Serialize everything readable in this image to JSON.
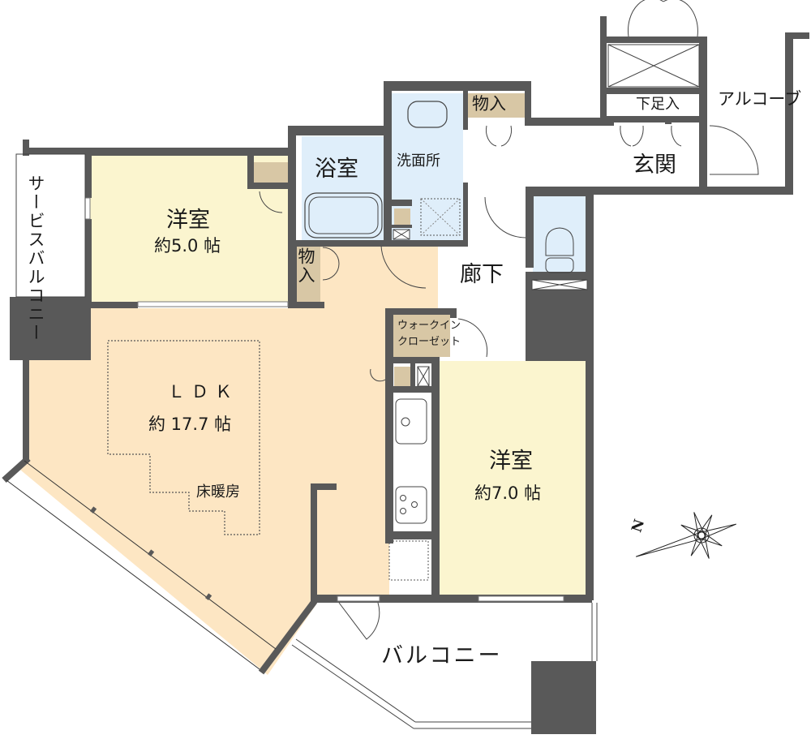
{
  "colors": {
    "wall": "#595959",
    "ldk_floor": "#fde6c3",
    "western_room_floor": "#fbf5cf",
    "wet_area_floor": "#dfeefa",
    "storage_floor": "#d8c7a5",
    "outdoor": "#ffffff",
    "line": "#444444"
  },
  "rooms": {
    "ldk": {
      "name": "ＬＤＫ",
      "area": "約 17.7 帖",
      "note": "床暖房"
    },
    "western_room_1": {
      "name": "洋室",
      "area": "約5.0 帖"
    },
    "western_room_2": {
      "name": "洋室",
      "area": "約7.0 帖"
    },
    "bathroom": {
      "name": "浴室"
    },
    "washroom": {
      "name": "洗面所"
    },
    "storage_top": {
      "name": "物入"
    },
    "storage_left": {
      "name": "物入"
    },
    "walk_in_closet": {
      "line1": "ウォークイン",
      "line2": "クローゼット"
    },
    "hallway": {
      "name": "廊下"
    },
    "entrance": {
      "name": "玄関"
    },
    "shoe_storage": {
      "name": "下足入"
    },
    "alcove": {
      "name": "アルコーブ"
    },
    "service_balcony": {
      "name": "サービスバルコニー"
    },
    "balcony": {
      "name": "バルコニー"
    }
  },
  "compass": {
    "north_label": "N",
    "icon": "compass-rose-icon"
  }
}
